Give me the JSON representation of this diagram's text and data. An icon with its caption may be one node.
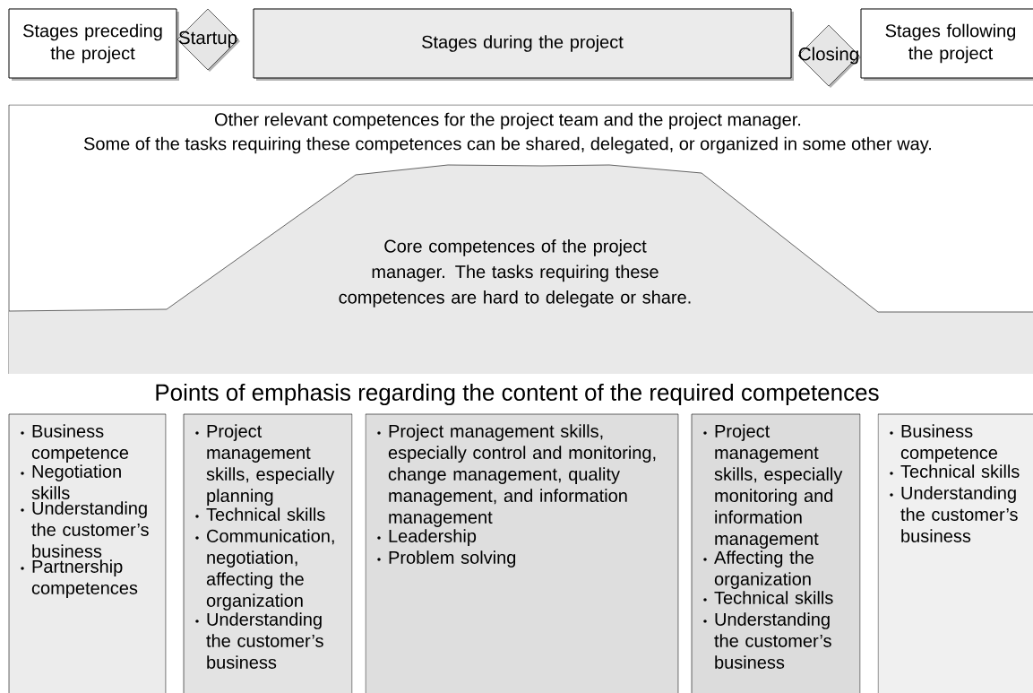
{
  "diagram": {
    "nodes": [
      {
        "text": [
          "Stages preceding the project"
        ]
      },
      {
        "text": [
          "Startup"
        ]
      },
      {
        "text": [
          "Stages during the project"
        ]
      },
      {
        "text": [
          "Closing"
        ]
      },
      {
        "text": [
          "Stages following the project"
        ]
      },
      {
        "text": [
          "Other relevant competences for the project team and the project manager.",
          "Some of the tasks requiring these competences can be shared, delegated, or organized in some other way."
        ]
      },
      {
        "text": [
          "Core competences of the project manager. The tasks requiring these competences are hard to delegate or share."
        ],
        "in": 5
      },
      {
        "text": [
          "Business competence",
          "Negotiation skills",
          "Understanding the customer’s business",
          "Partnership competences"
        ]
      },
      {
        "text": [
          "Project management skills, especially planning",
          "Technical skills",
          "Communication, negotiation, affecting the organization",
          "Understanding the customer’s business"
        ]
      },
      {
        "text": [
          "Project management skills, especially control and monitoring, change management, quality management, and information management",
          "Leadership",
          "Problem solving"
        ]
      },
      {
        "text": [
          "Project management skills, especially monitoring and information management",
          "Affecting the organization",
          "Technical skills",
          "Understanding the customer’s business"
        ]
      },
      {
        "text": [
          "Business competence",
          "Technical skills",
          "Understanding the customer’s business"
        ]
      }
    ],
    "labels": [
      "Points of emphasis regarding the content of the required competences"
    ]
  }
}
